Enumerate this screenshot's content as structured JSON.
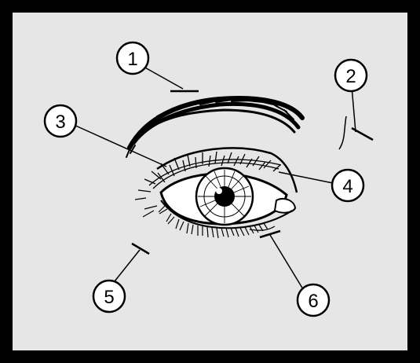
{
  "colors": {
    "frame": "#000000",
    "panel": "#e6e6e6",
    "ink": "#000000",
    "eye_white": "#ffffff"
  },
  "callouts": [
    {
      "id": 1,
      "label": "1"
    },
    {
      "id": 2,
      "label": "2"
    },
    {
      "id": 3,
      "label": "3"
    },
    {
      "id": 4,
      "label": "4"
    },
    {
      "id": 5,
      "label": "5"
    },
    {
      "id": 6,
      "label": "6"
    }
  ]
}
